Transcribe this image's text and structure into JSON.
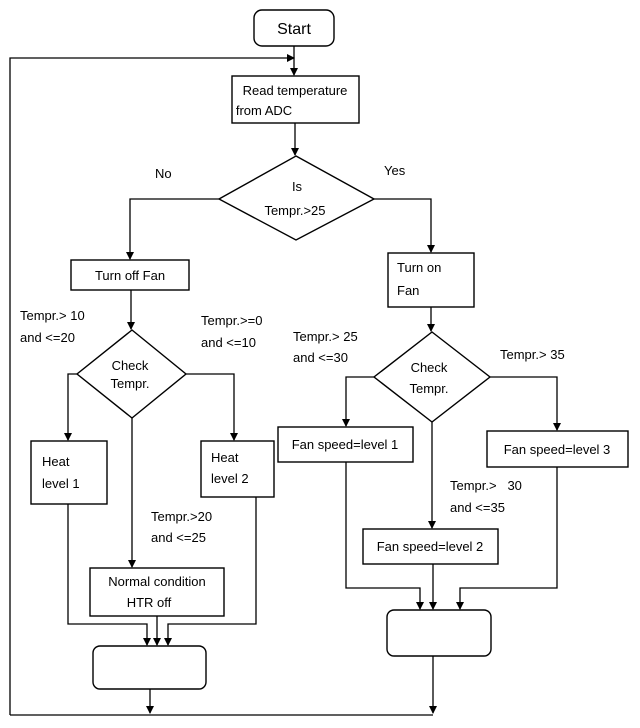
{
  "start": {
    "label": "Start"
  },
  "read_temperature": {
    "line1": "Read temperature",
    "line2": "from ADC"
  },
  "decision_main": {
    "line1": "Is",
    "line2": "Tempr.>25",
    "no_label": "No",
    "yes_label": "Yes"
  },
  "turn_off_fan": {
    "label": "Turn off Fan"
  },
  "turn_on_fan": {
    "line1": "Turn on",
    "line2": "Fan"
  },
  "check_left": {
    "line1": "Check",
    "line2": "Tempr."
  },
  "check_right": {
    "line1": "Check",
    "line2": "Tempr."
  },
  "conditions": {
    "left_10_20": {
      "line1": "Tempr.> 10",
      "line2": "and <=20"
    },
    "left_0_10": {
      "line1": "Tempr.>=0",
      "line2": "and <=10"
    },
    "left_20_25": {
      "line1": "Tempr.>20",
      "line2": "and <=25"
    },
    "right_25_30": {
      "line1": "Tempr.> 25",
      "line2": "and <=30"
    },
    "right_35": {
      "line1": "Tempr.> 35"
    },
    "right_30_35": {
      "line1": "Tempr.>   30",
      "line2": "and <=35"
    }
  },
  "heat_level_1": {
    "line1": "Heat",
    "line2": "level 1"
  },
  "heat_level_2": {
    "line1": "Heat",
    "line2": "level 2"
  },
  "normal_condition": {
    "line1": "Normal condition",
    "line2": "HTR off"
  },
  "fan_level_1": {
    "label": "Fan speed=level 1"
  },
  "fan_level_2": {
    "label": "Fan speed=level 2"
  },
  "fan_level_3": {
    "label": "Fan speed=level 3"
  }
}
